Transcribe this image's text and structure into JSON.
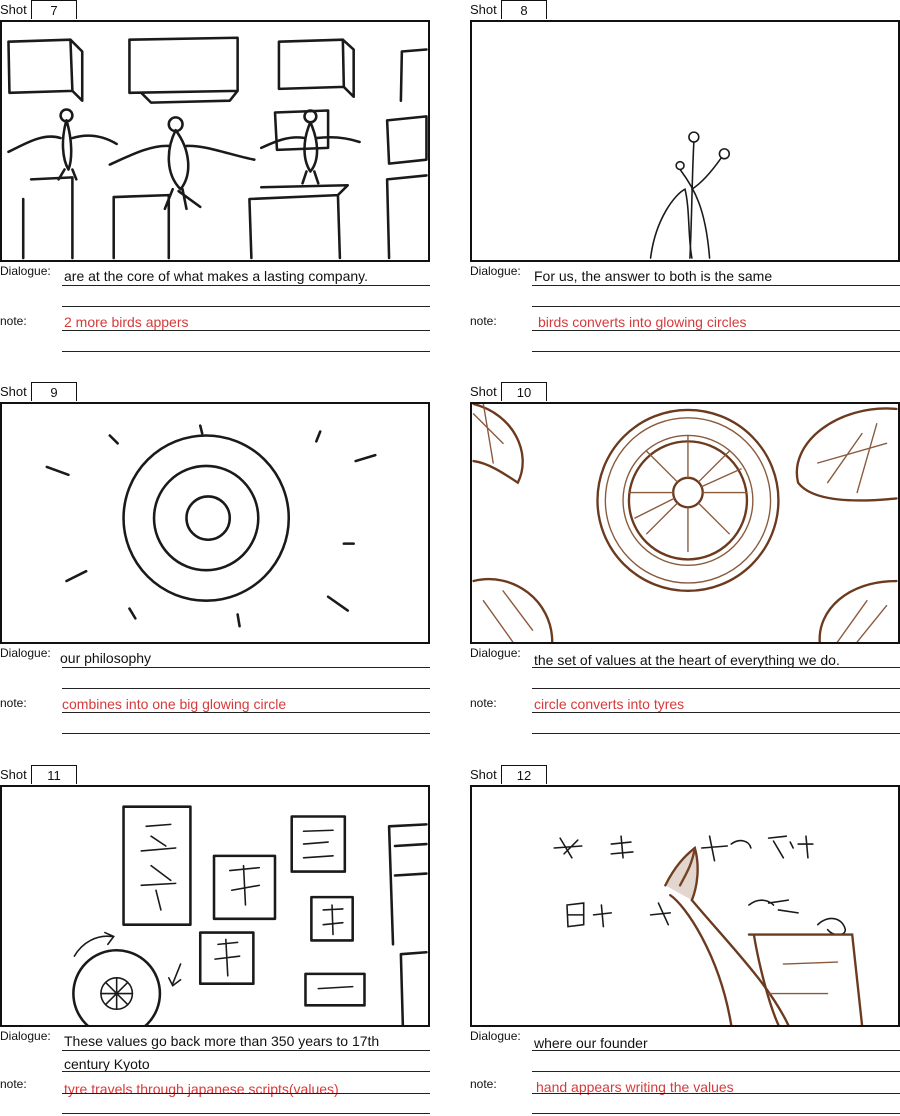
{
  "labels": {
    "shot": "Shot",
    "dialogue": "Dialogue:",
    "note": "note:"
  },
  "shots": [
    {
      "number": "7",
      "dialogue": [
        "are at the core of what makes a lasting company."
      ],
      "note": "2 more birds appers"
    },
    {
      "number": "8",
      "dialogue": [
        "For us, the answer to both is the same"
      ],
      "note": "birds converts into glowing circles"
    },
    {
      "number": "9",
      "dialogue": [
        "our philosophy"
      ],
      "note": "combines into one big glowing circle"
    },
    {
      "number": "10",
      "dialogue": [
        "the set of values at the heart of everything we do."
      ],
      "note": "circle converts into tyres"
    },
    {
      "number": "11",
      "dialogue": [
        "These values go back more than 350 years to 17th",
        "century Kyoto"
      ],
      "note": "tyre travels through japanese scripts(values)"
    },
    {
      "number": "12",
      "dialogue": [
        "where our founder"
      ],
      "note": "hand appears writing the values"
    }
  ],
  "colors": {
    "note_text": "#d63a3a",
    "sketch_ink": "#1a1a1a",
    "sketch_brown": "#6b3a1f"
  }
}
